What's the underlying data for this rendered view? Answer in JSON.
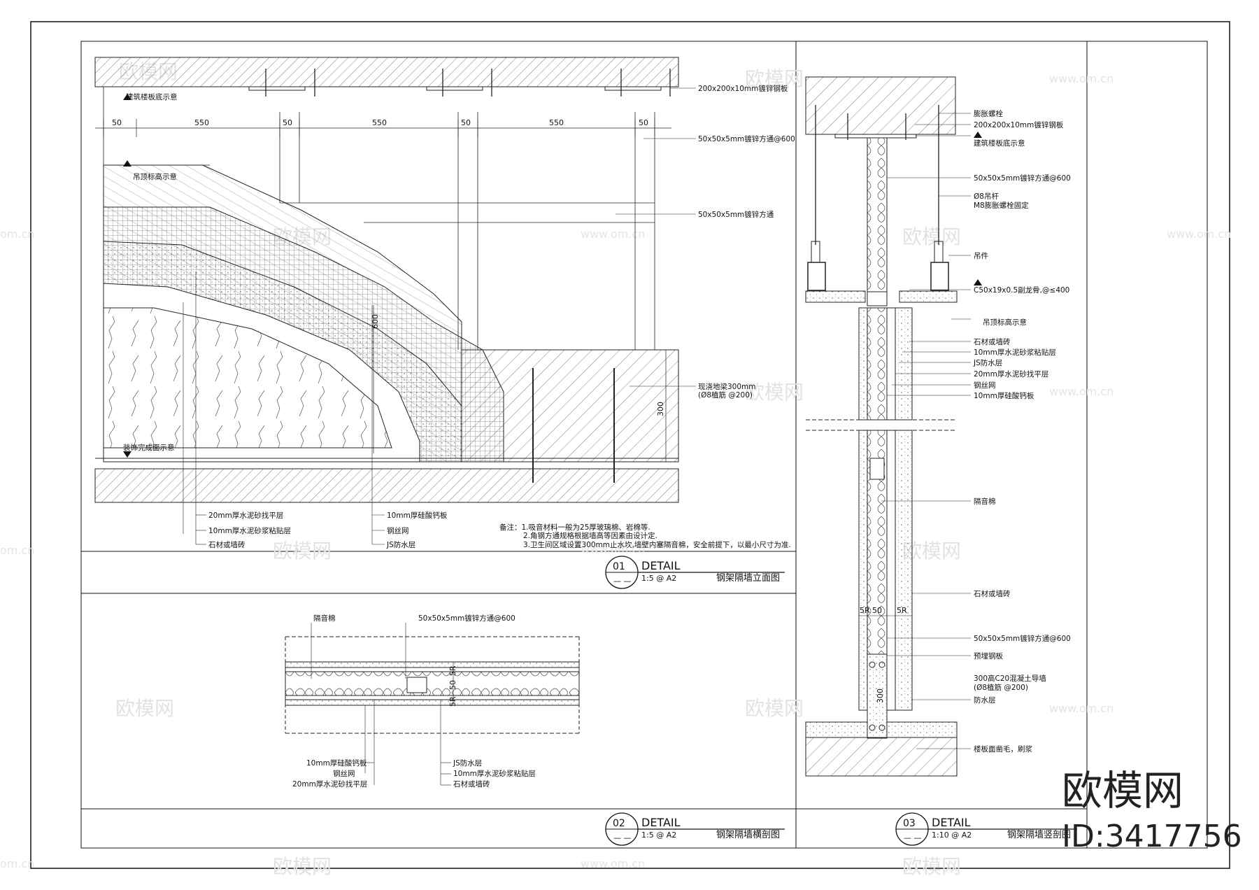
{
  "watermarks": {
    "brand": "欧模网",
    "site": "www.om.cn",
    "site_short": "om.cn",
    "id": "ID:3417756"
  },
  "detail01": {
    "number": "01",
    "label": "DETAIL",
    "dash": "— —",
    "scale": "1:5 @ A2",
    "title": "钢架隔墙立面图",
    "dims": [
      "50",
      "550",
      "50",
      "550",
      "50",
      "550",
      "50"
    ],
    "dim_vertical_600": "600",
    "dim_vertical_300": "300",
    "level_floor_bottom": "建筑楼板底示意",
    "level_ceiling": "吊顶标高示意",
    "level_finish": "装饰完成面示意",
    "callout_plate": "200x200x10mm镀锌钢板",
    "callout_tube_600": "50x50x5mm镀锌方通@600",
    "callout_tube": "50x50x5mm镀锌方通",
    "callout_beam_1": "现浇地梁300mm",
    "callout_beam_2": "(Ø8植筋 @200)",
    "bottom_left": [
      "20mm厚水泥砂找平层",
      "10mm厚水泥砂浆粘贴层",
      "石材或墙砖"
    ],
    "bottom_mid": [
      "10mm厚硅酸钙板",
      "钢丝网",
      "JS防水层"
    ],
    "notes": [
      "备注：1.吸音材料一般为25厚玻璃棉、岩棉等.",
      "2.角钢方通规格根据墙高等因素由设计定.",
      "3.卫生间区域设置300mm止水坎,墙壁内塞隔音棉，安全前提下，以最小尺寸为准."
    ]
  },
  "detail02": {
    "number": "02",
    "label": "DETAIL",
    "dash": "— —",
    "scale": "1:5 @ A2",
    "title": "钢架隔墙横剖图",
    "callout_top_left": "隔音棉",
    "callout_top_right": "50x50x5mm镀锌方通@600",
    "dims": [
      "5R",
      "50",
      "5R"
    ],
    "bottom_left": [
      "10mm厚硅酸钙板",
      "钢丝网",
      "20mm厚水泥砂找平层"
    ],
    "bottom_right": [
      "JS防水层",
      "10mm厚水泥砂浆粘贴层",
      "石材或墙砖"
    ]
  },
  "detail03": {
    "number": "03",
    "label": "DETAIL",
    "dash": "— —",
    "scale": "1:10 @ A2",
    "title": "钢架隔墙竖剖图",
    "callouts": [
      "膨胀螺栓",
      "200x200x10mm镀锌钢板",
      "建筑楼板底示意",
      "50x50x5mm镀锌方通@600",
      "Ø8吊杆",
      "M8膨胀螺栓固定",
      "吊件",
      "C50x19x0.5副龙骨,@≤400",
      "吊顶标高示意",
      "石材或墙砖",
      "10mm厚水泥砂浆粘贴层",
      "JS防水层",
      "20mm厚水泥砂找平层",
      "钢丝网",
      "10mm厚硅酸钙板",
      "隔音棉",
      "石材或墙砖",
      "50x50x5mm镀锌方通@600",
      "预埋钢板",
      "300高C20混凝土导墙",
      "(Ø8植筋 @200)",
      "防水层",
      "楼板面凿毛，刷浆"
    ],
    "dims": [
      "5R",
      "50",
      "5R"
    ],
    "dim_vertical": "300"
  }
}
